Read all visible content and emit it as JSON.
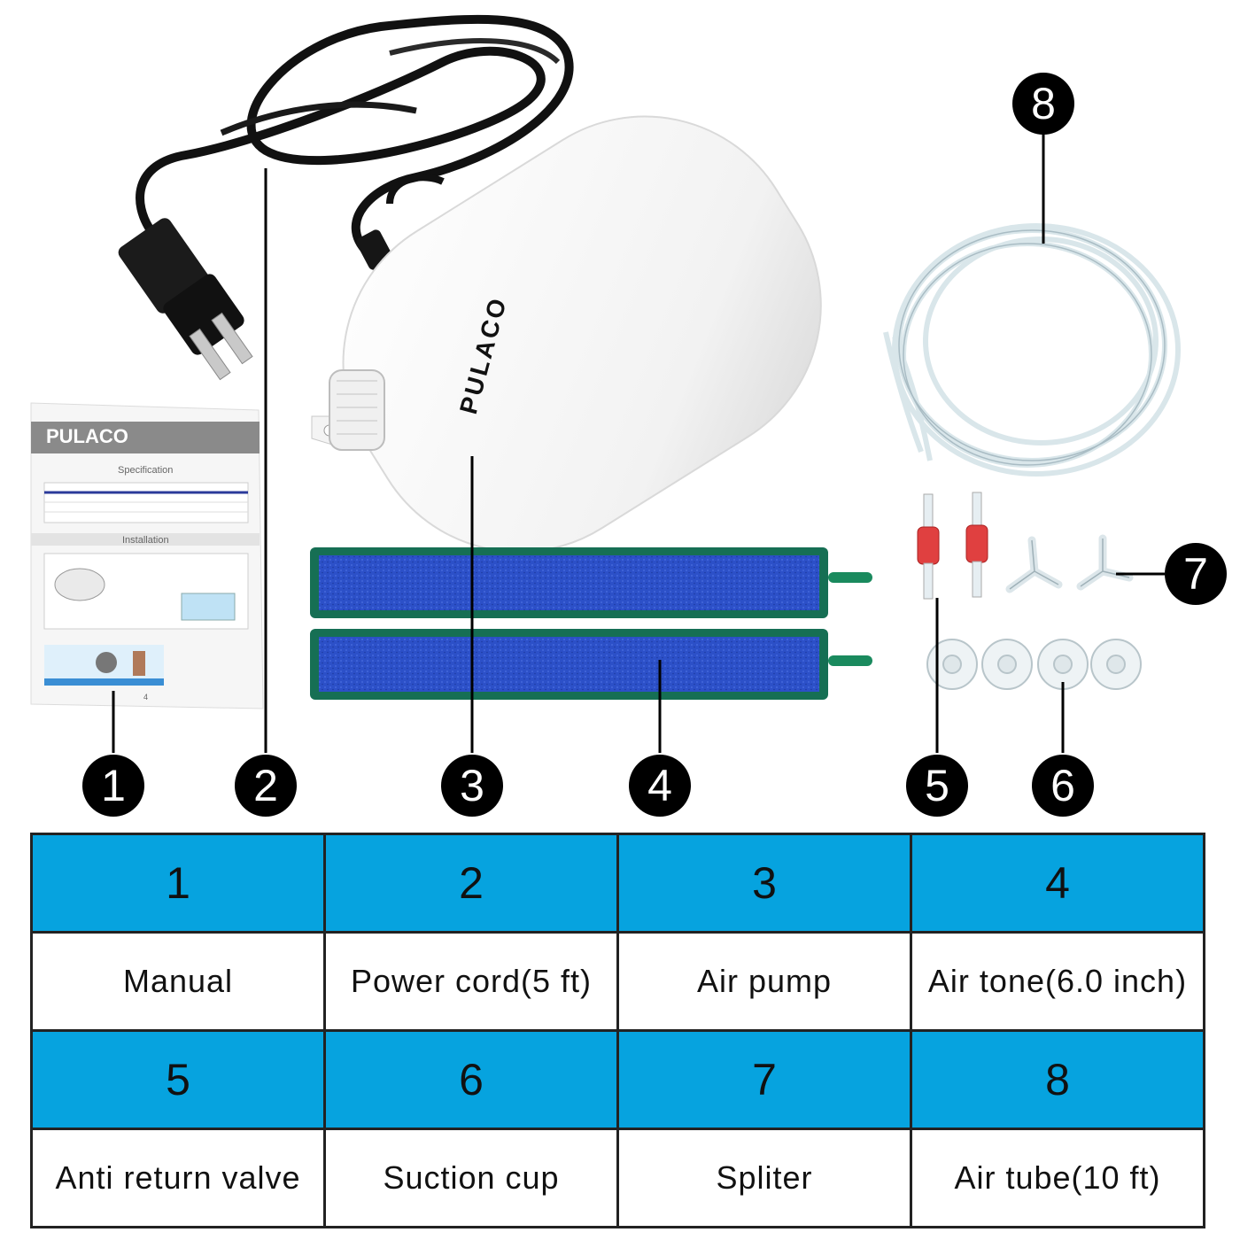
{
  "callouts": [
    "1",
    "2",
    "3",
    "4",
    "5",
    "6",
    "7",
    "8"
  ],
  "pump_brand": "PULACO",
  "manual": {
    "brand": "PULACO",
    "spec_heading": "Specification",
    "install_heading": "Installation",
    "page_number": "4"
  },
  "table": {
    "header_color": "#06a3df",
    "rows": [
      {
        "numbers": [
          "1",
          "2",
          "3",
          "4"
        ],
        "labels": [
          "Manual",
          "Power cord(5 ft)",
          "Air pump",
          "Air tone(6.0 inch)"
        ]
      },
      {
        "numbers": [
          "5",
          "6",
          "7",
          "8"
        ],
        "labels": [
          "Anti return valve",
          "Suction cup",
          "Spliter",
          "Air tube(10 ft)"
        ]
      }
    ]
  }
}
